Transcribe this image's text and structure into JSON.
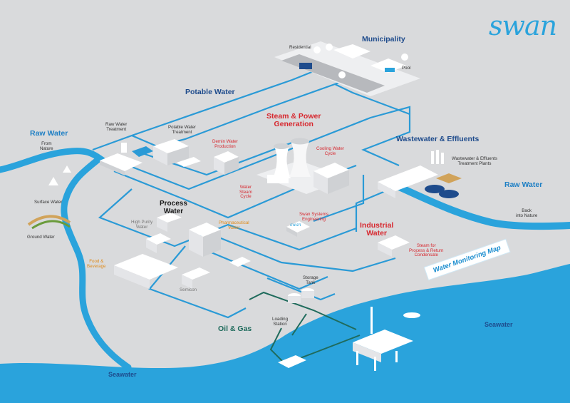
{
  "brand": {
    "logo_text": "swan",
    "accent": "#2aa3dc",
    "pipe_color": "#2a9ad6",
    "oil_pipe_color": "#1f6b5c",
    "sea_color": "#2aa3dc"
  },
  "banner": {
    "text": "Water Monitoring Map"
  },
  "sections": {
    "municipality": "Municipality",
    "potable_water": "Potable Water",
    "raw_water_left": "Raw Water",
    "raw_water_right": "Raw Water",
    "steam_power_line1": "Steam & Power",
    "steam_power_line2": "Generation",
    "wastewater": "Wastewater & Effluents",
    "process_line1": "Process",
    "process_line2": "Water",
    "industrial_line1": "Industrial",
    "industrial_line2": "Water",
    "oil_gas": "Oil & Gas",
    "seawater_left": "Seawater",
    "seawater_right": "Seawater"
  },
  "labels": {
    "residential": "Residential",
    "pool": "Pool",
    "raw_water_treatment_1": "Raw Water",
    "raw_water_treatment_2": "Treatment",
    "from_nature_1": "From",
    "from_nature_2": "Nature",
    "potable_water_treatment_1": "Potable Water",
    "potable_water_treatment_2": "Treatment",
    "demin_1": "Demin Water",
    "demin_2": "Production",
    "cooling_1": "Cooling Water",
    "cooling_2": "Cycle",
    "steam_cycle_1": "Water",
    "steam_cycle_2": "Steam",
    "steam_cycle_3": "Cycle",
    "wwtp_1": "Wastewater & Effluents",
    "wwtp_2": "Treatment Plants",
    "surface_water": "Surface Water",
    "ground_water": "Ground Water",
    "back_nature_1": "Back",
    "back_nature_2": "into Nature",
    "high_purity_1": "High Purity",
    "high_purity_2": "Water",
    "pharma_1": "Pharmaceutical",
    "pharma_2": "Water",
    "swan_systems_1": "Swan Systems",
    "swan_systems_2": "Engineering",
    "swan_box": "swan",
    "food_1": "Food &",
    "food_2": "Beverage",
    "semicon": "Semicon",
    "steam_process_1": "Steam for",
    "steam_process_2": "Process & Return",
    "steam_process_3": "Condensate",
    "storage_1": "Storage",
    "storage_2": "Tank",
    "loading_1": "Loading",
    "loading_2": "Station"
  }
}
